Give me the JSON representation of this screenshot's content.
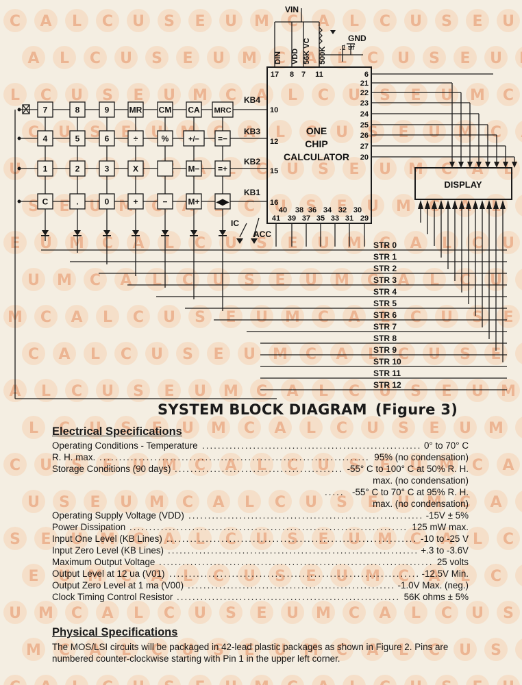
{
  "watermark": {
    "letters": [
      "C",
      "A",
      "L",
      "C",
      "U",
      "S",
      "E",
      "U",
      "M"
    ]
  },
  "chip": {
    "title_lines": [
      "ONE",
      "CHIP",
      "CALCULATOR"
    ],
    "top_pins": [
      "17",
      "8",
      "7",
      "11"
    ],
    "top_signals": [
      "DIN",
      "VDD",
      "56K VC",
      "500K"
    ],
    "right_pins": [
      "6",
      "21",
      "22",
      "23",
      "24",
      "25",
      "26",
      "27",
      "20"
    ],
    "left_pins": [
      "10",
      "12",
      "15",
      "16"
    ],
    "bottom_pins_upper": [
      "40",
      "38",
      "36",
      "34",
      "32",
      "30"
    ],
    "bottom_pins_lower": [
      "41",
      "39",
      "37",
      "35",
      "33",
      "31",
      "29"
    ]
  },
  "supply": {
    "vin": "VIN",
    "gnd": "GND",
    "cap": ".1 uf"
  },
  "display_label": "DISPLAY",
  "kb_labels": [
    "KB4",
    "KB3",
    "KB2",
    "KB1"
  ],
  "keys": [
    [
      "7",
      "8",
      "9",
      "MR",
      "CM",
      "CA",
      "MRC"
    ],
    [
      "4",
      "5",
      "6",
      "÷",
      "%",
      "+/−",
      "=−"
    ],
    [
      "1",
      "2",
      "3",
      "X",
      "",
      "M−",
      "=+"
    ],
    [
      "C",
      ".",
      "0",
      "+",
      "−",
      "M+",
      "◀▶"
    ]
  ],
  "switch_labels": [
    "IC",
    "ACC"
  ],
  "strobes": [
    "STR 0",
    "STR 1",
    "STR 2",
    "STR 3",
    "STR 4",
    "STR 5",
    "STR 6",
    "STR 7",
    "STR 8",
    "STR 9",
    "STR 10",
    "STR 11",
    "STR 12"
  ],
  "figure_title": {
    "main": "SYSTEM BLOCK DIAGRAM",
    "fig": "(Figure 3)"
  },
  "electrical": {
    "heading": "Electrical Specifications",
    "rows": [
      {
        "label": "Operating Conditions - Temperature",
        "value": "0° to 70° C"
      },
      {
        "label": "R. H. max.",
        "value": "95% (no condensation)"
      },
      {
        "label": "Storage Conditions (90 days)",
        "value": "-55° C to 100° C at 50% R. H."
      },
      {
        "label": "",
        "value": "max. (no condensation)",
        "cont": true
      },
      {
        "label": "",
        "value": "-55° C to 70° C at 95% R. H.",
        "cont": true,
        "dots": true
      },
      {
        "label": "",
        "value": "max. (no condensation)",
        "cont": true
      },
      {
        "label": "Operating Supply Voltage (VDD)",
        "value": "-15V ± 5%"
      },
      {
        "label": "Power Dissipation",
        "value": "125 mW max."
      },
      {
        "label": "Input One Level (KB Lines)",
        "value": "-10 to -25 V"
      },
      {
        "label": "Input Zero Level (KB Lines)",
        "value": "+.3 to -3.6V"
      },
      {
        "label": "Maximum Output Voltage",
        "value": "25 volts"
      },
      {
        "label": "Output Level at 12 ua (V01)",
        "value": "-12.5V Min."
      },
      {
        "label": "Output Zero Level at 1 ma (V00)",
        "value": "-1.0V Max. (neg.)"
      },
      {
        "label": "Clock Timing Control Resistor",
        "value": "56K ohms ± 5%"
      }
    ]
  },
  "physical": {
    "heading": "Physical Specifications",
    "text": "The MOS/LSI circuits will be packaged in 42-lead plastic packages as shown in Figure 2. Pins are numbered counter-clockwise starting with Pin 1 in the upper left corner."
  }
}
